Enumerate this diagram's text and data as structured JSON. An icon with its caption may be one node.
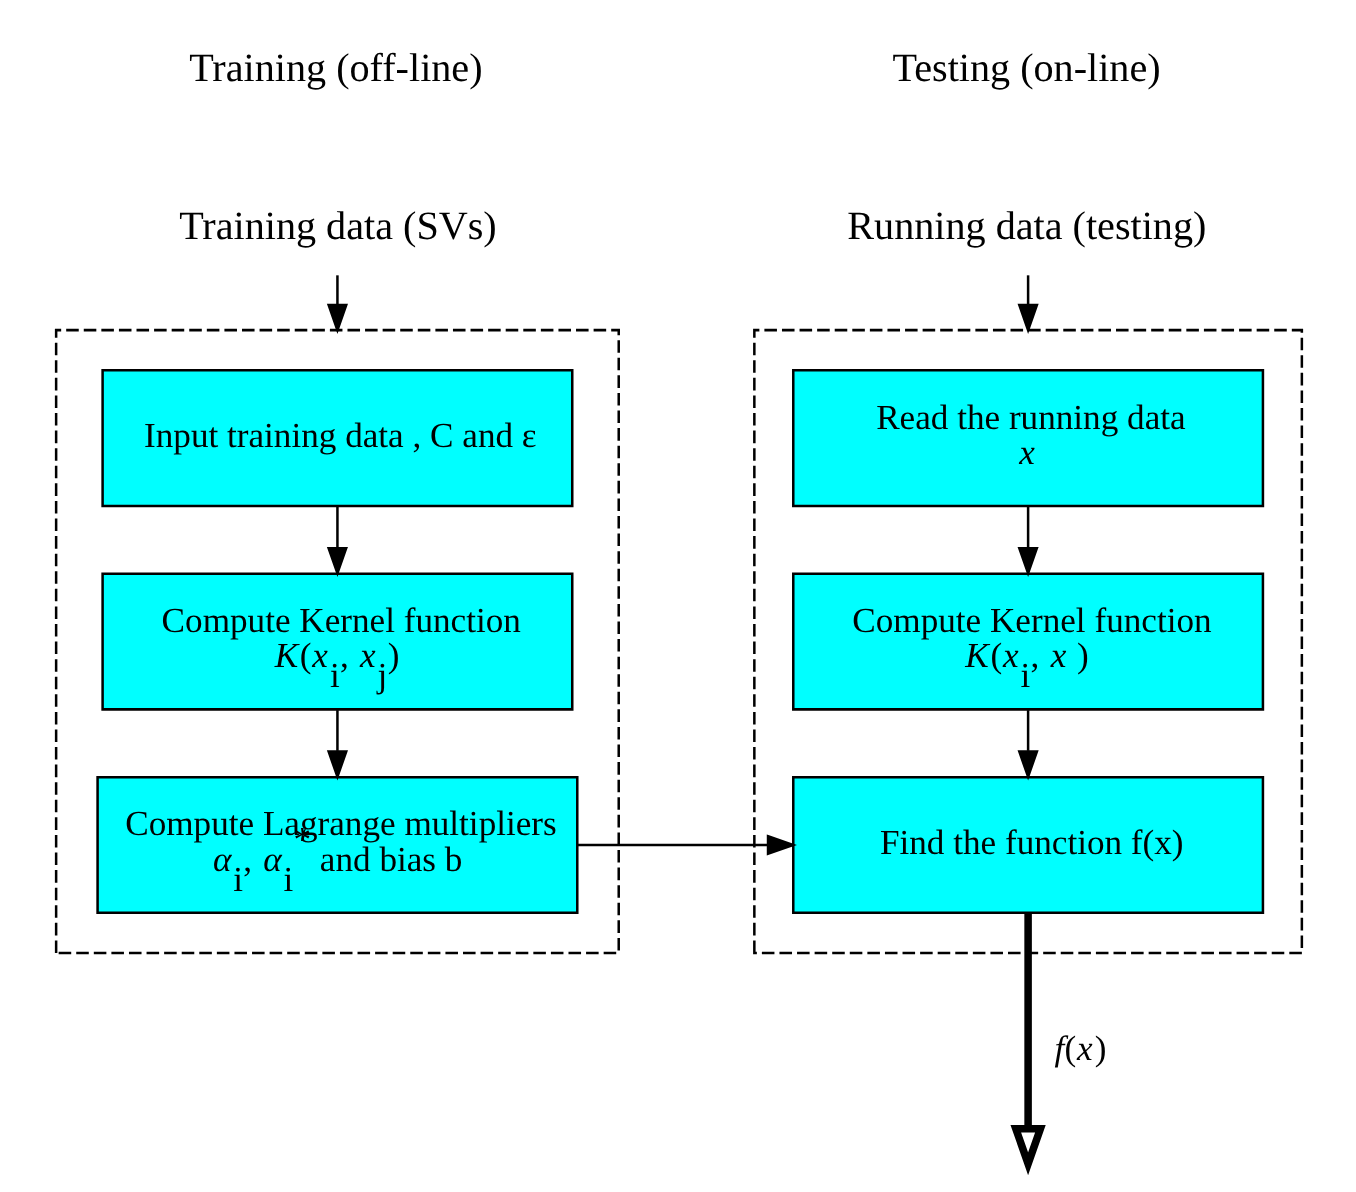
{
  "diagram": {
    "nodes": [
      {
        "text": [
          "Training data (SVs)"
        ]
      },
      {
        "text": [],
        "shape": "box"
      },
      {
        "text": [
          "Input training data , C and ε"
        ],
        "in": 1
      },
      {
        "text": [
          "Compute Kernel function",
          "*K*(*x*$_{i}$, *x*$_{j}$)"
        ],
        "in": 1
      },
      {
        "text": [
          "Compute Lagrange multipliers",
          "*α*$_{i}$, *α*$_{i}$$^{*}$ and bias b"
        ],
        "in": 1
      },
      {
        "text": [
          "Running data (testing)"
        ]
      },
      {
        "text": [],
        "shape": "box"
      },
      {
        "text": [
          "Read the running data",
          "*x*"
        ],
        "in": 6
      },
      {
        "text": [
          "Compute Kernel function",
          "*K*(*x*$_{i}$, *x* )"
        ],
        "in": 6
      },
      {
        "text": [
          "Find the function f(x)"
        ],
        "in": 6
      }
    ],
    "edges": [
      {
        "from": 0,
        "to": 1,
        "arrow": "to"
      },
      {
        "from": 2,
        "to": 3,
        "arrow": "to"
      },
      {
        "from": 3,
        "to": 4,
        "arrow": "to"
      },
      {
        "from": 4,
        "to": 9,
        "arrow": "to"
      },
      {
        "from": 5,
        "to": 6,
        "arrow": "to"
      },
      {
        "from": 7,
        "to": 8,
        "arrow": "to"
      },
      {
        "from": 8,
        "to": 9,
        "arrow": "to"
      },
      {
        "from": 9,
        "to": null,
        "arrow": "to",
        "label": "*f*(*x*)",
        "style": "thick"
      }
    ],
    "labels": [
      "Training (off-line)",
      "Testing (on-line)"
    ]
  }
}
